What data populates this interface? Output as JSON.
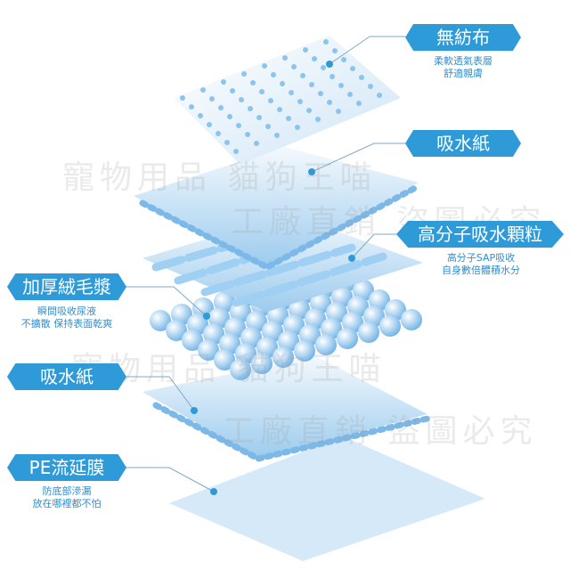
{
  "labels": {
    "nonwoven": {
      "title": "無紡布",
      "lines": [
        "柔軟透氣表層",
        "舒適親膚"
      ]
    },
    "paper_top": {
      "title": "吸水紙"
    },
    "sap": {
      "title": "高分子吸水顆粒",
      "lines": [
        "高分子SAP吸收",
        "自身數倍體積水分"
      ]
    },
    "pulp": {
      "title": "加厚絨毛漿",
      "lines": [
        "瞬間吸收尿液",
        "不擴散 保持表面乾爽"
      ]
    },
    "paper_bottom": {
      "title": "吸水紙"
    },
    "pe_film": {
      "title": "PE流延膜",
      "lines": [
        "防底部滲漏",
        "放在哪裡都不怕"
      ]
    }
  },
  "watermarks": [
    "寵物用品 貓狗王喵",
    "工廠直銷 盜圖必究"
  ],
  "colors": {
    "accent": "#2f9ad8",
    "layer_blue": "#8cc4ec",
    "leader": "#7fa9c4"
  }
}
